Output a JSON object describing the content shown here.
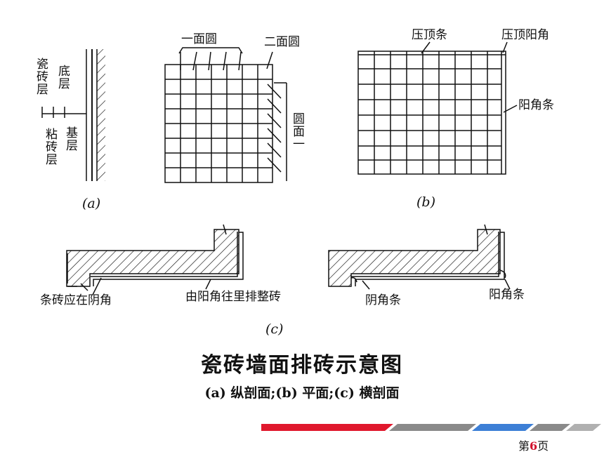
{
  "labels": {
    "a_porcelain": "瓷砖层",
    "a_base_coat": "底层",
    "a_bond": "粘砖层",
    "a_substrate": "基层",
    "yimian": "一面圆",
    "ermian": "二面圆",
    "side_circle": "圆面一",
    "b_cap": "压顶条",
    "b_cap_corner": "压顶阳角",
    "b_external_strip": "阳角条",
    "c_strip_note": "条砖应在阴角",
    "c_whole_tile_note": "由阳角往里排整砖",
    "c_internal_strip": "阴角条",
    "c_external_strip": "阳角条"
  },
  "captions": {
    "a": "(a)",
    "b": "(b)",
    "c": "(c)"
  },
  "title": "瓷砖墙面排砖示意图",
  "subtitle": "(a) 纵剖面;(b) 平面;(c) 横剖面",
  "page": {
    "prefix": "第",
    "number": "6",
    "suffix": "页"
  },
  "colors": {
    "ink": "#111111",
    "band_red": "#e0182d",
    "band_blue": "#3d7fd6",
    "band_gray": "#8a8a8a"
  }
}
